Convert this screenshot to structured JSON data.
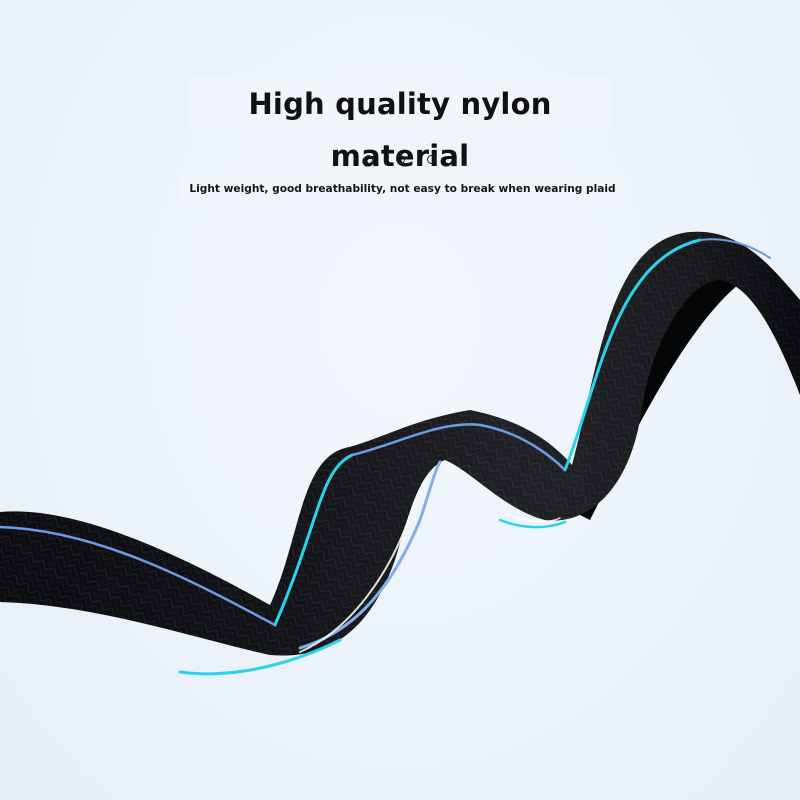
{
  "heading": {
    "title": "High quality nylon material",
    "subtitle": "Light weight, good breathability, not easy to break when wearing plaid"
  },
  "decoration": {
    "dot_count": 3
  },
  "image": {
    "subject": "nylon-strap-icon",
    "strap_color": "#0c0d10",
    "accent_colors": [
      "#2ad3ea",
      "#6a9de6"
    ],
    "background_color": "#eef4fb"
  }
}
